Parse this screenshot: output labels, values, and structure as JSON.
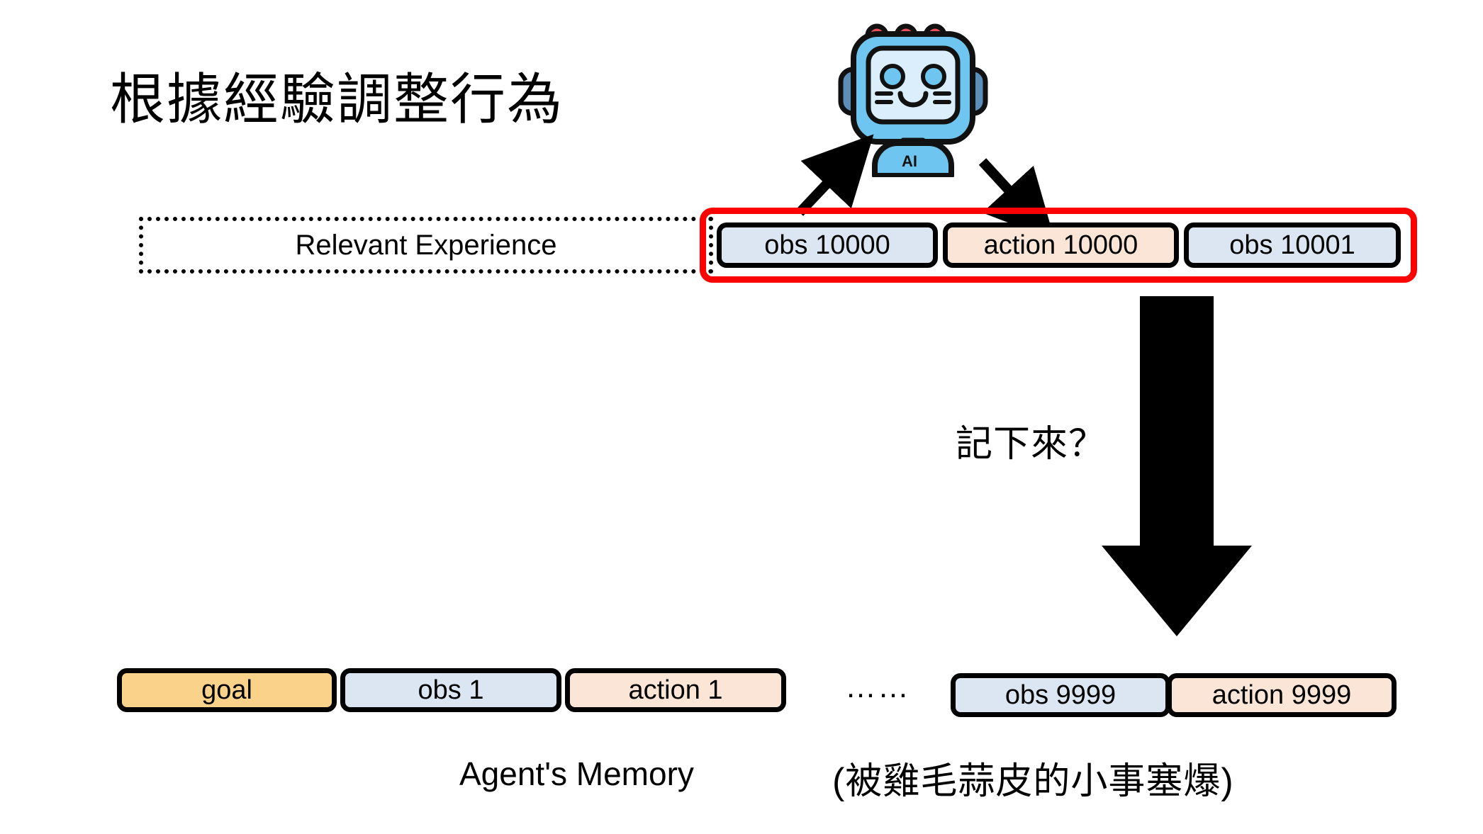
{
  "slide": {
    "title": "根據經驗調整行為",
    "background_color": "#ffffff"
  },
  "colors": {
    "obs_fill": "#dce6f2",
    "action_fill": "#fbe5d6",
    "goal_fill": "#fbd28a",
    "highlight_border": "#ff0000",
    "box_border": "#000000",
    "robot_body": "#6ec6f0",
    "robot_face": "#dbeefb",
    "robot_ear": "#5b8fb9",
    "robot_antenna": "#e8505b"
  },
  "robot": {
    "name": "ai-robot",
    "badge": "AI",
    "antenna_count": 3
  },
  "experience": {
    "label": "Relevant Experience",
    "highlight": true,
    "tokens": [
      {
        "label": "obs 10000",
        "kind": "obs"
      },
      {
        "label": "action 10000",
        "kind": "action"
      },
      {
        "label": "obs 10001",
        "kind": "obs"
      }
    ]
  },
  "flow": {
    "arrow_in_name": "observation-to-agent-arrow",
    "arrow_out_name": "agent-to-action-arrow",
    "store_arrow_name": "store-to-memory-arrow",
    "store_question": "記下來？"
  },
  "memory": {
    "caption": "Agent's Memory",
    "overflow_note": "(被雞毛蒜皮的小事塞爆)",
    "ellipsis": "……",
    "tokens_left": [
      {
        "label": "goal",
        "kind": "goal"
      },
      {
        "label": "obs 1",
        "kind": "obs"
      },
      {
        "label": "action 1",
        "kind": "action"
      }
    ],
    "tokens_right": [
      {
        "label": "obs 9999",
        "kind": "obs"
      },
      {
        "label": "action 9999",
        "kind": "action"
      }
    ]
  }
}
